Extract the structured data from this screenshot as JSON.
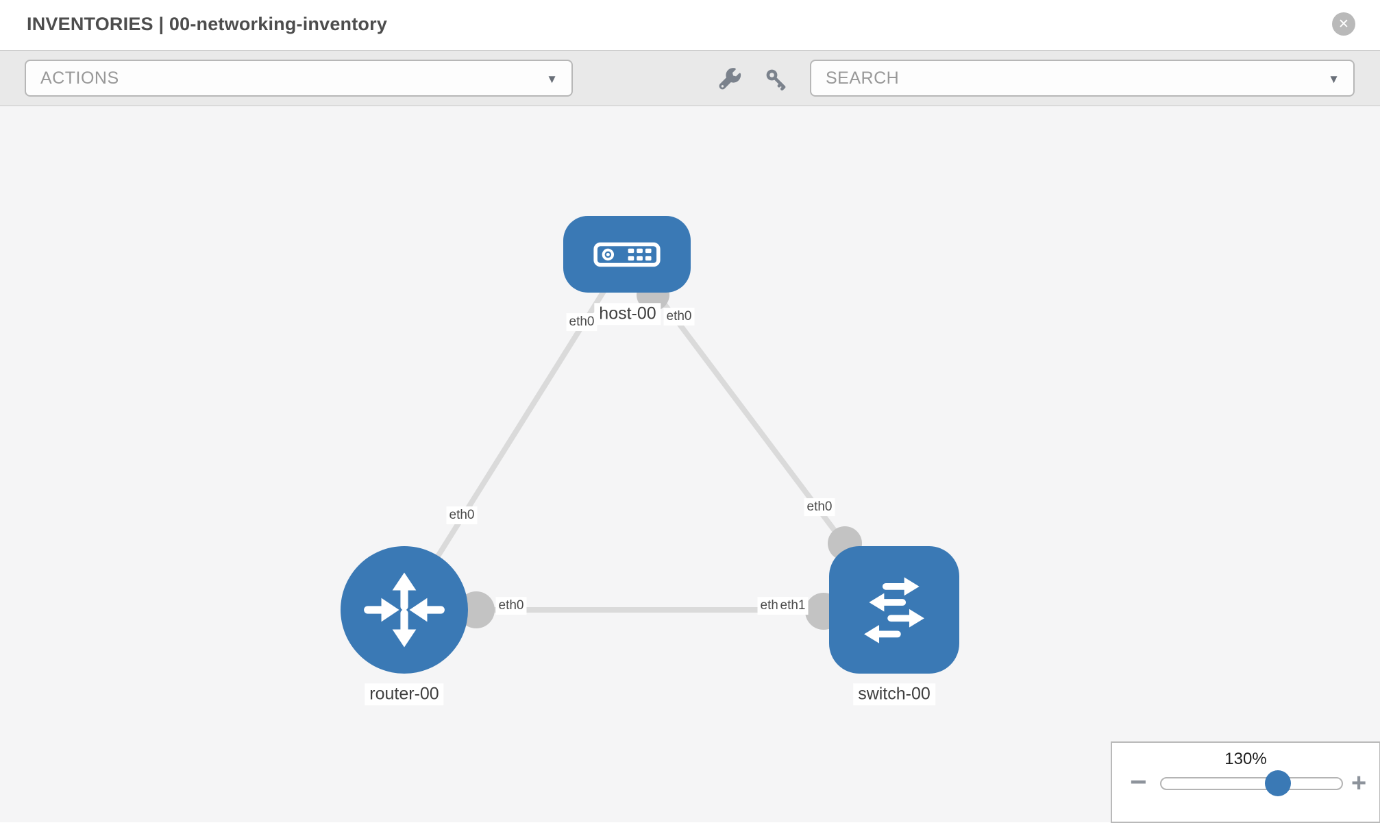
{
  "header": {
    "title": "INVENTORIES | 00-networking-inventory",
    "close_icon": "✕"
  },
  "toolbar": {
    "actions_label": "ACTIONS",
    "search_label": "SEARCH",
    "caret_glyph": "▼",
    "icons": [
      "wrench-icon",
      "key-icon"
    ]
  },
  "topology": {
    "nodes": [
      {
        "id": "host-00",
        "type": "host",
        "label": "host-00"
      },
      {
        "id": "router-00",
        "type": "router",
        "label": "router-00"
      },
      {
        "id": "switch-00",
        "type": "switch",
        "label": "switch-00"
      }
    ],
    "links": [
      {
        "source": "host-00",
        "target": "router-00",
        "source_interface": "eth0",
        "target_interface": "eth0"
      },
      {
        "source": "host-00",
        "target": "switch-00",
        "source_interface": "eth0",
        "target_interface": "eth0"
      },
      {
        "source": "router-00",
        "target": "switch-00",
        "source_interface": "eth0",
        "target_interfaces": [
          "eth0",
          "eth1"
        ]
      }
    ]
  },
  "zoom_control": {
    "level": "130%",
    "zoom_out_glyph": "−",
    "zoom_in_glyph": "+"
  },
  "colors": {
    "node_blue": "#3a79b5",
    "edge_gray": "#dadada",
    "port_gray": "#c3c3c3",
    "canvas_bg": "#f5f5f6",
    "toolbar_bg": "#e9e9e9"
  }
}
